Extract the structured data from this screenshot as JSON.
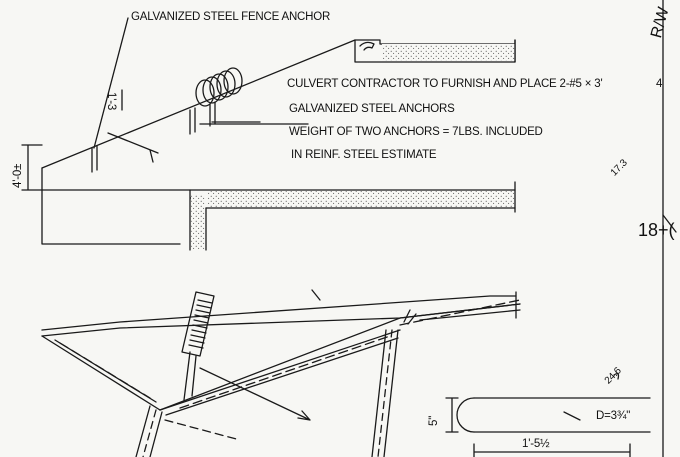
{
  "notes": {
    "fence_anchor": "GALVANIZED STEEL FENCE ANCHOR",
    "culvert_line1": "CULVERT CONTRACTOR TO FURNISH AND PLACE 2-#5 × 3'",
    "culvert_line1_tail": "4",
    "culvert_line2": "GALVANIZED STEEL ANCHORS",
    "weight_line1": "WEIGHT OF TWO ANCHORS = 7LBS. INCLUDED",
    "weight_line2": "IN REINF. STEEL ESTIMATE"
  },
  "dimensions": {
    "anchor_spacing": "1'-3",
    "height": "4'-0±",
    "hook_height": "5\"",
    "hook_diameter": "D=3¾\"",
    "hook_length": "1'-5½"
  },
  "margin": {
    "rw": "R/W",
    "elev_top": "17.3",
    "station": "18+(",
    "elev_bottom": "24.6"
  }
}
